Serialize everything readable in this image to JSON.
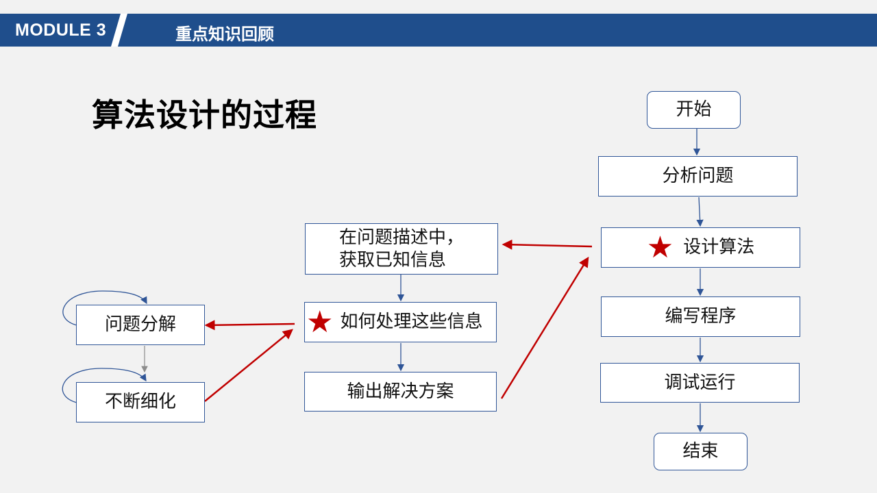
{
  "header": {
    "module": "MODULE 3",
    "title": "重点知识回顾"
  },
  "page": {
    "title": "算法设计的过程"
  },
  "flowchart": {
    "start": "开始",
    "analyze": "分析问题",
    "design": "设计算法",
    "code": "编写程序",
    "debug": "调试运行",
    "end": "结束"
  },
  "detail": {
    "line1": "在问题描述中，",
    "line2": "获取已知信息",
    "process": "如何处理这些信息",
    "output": "输出解决方案"
  },
  "methods": {
    "decompose": "问题分解",
    "refine": "不断细化"
  },
  "colors": {
    "header": "#1f4e8c",
    "box_border": "#2f5597",
    "red_arrow": "#c00000",
    "star": "#c00000"
  }
}
